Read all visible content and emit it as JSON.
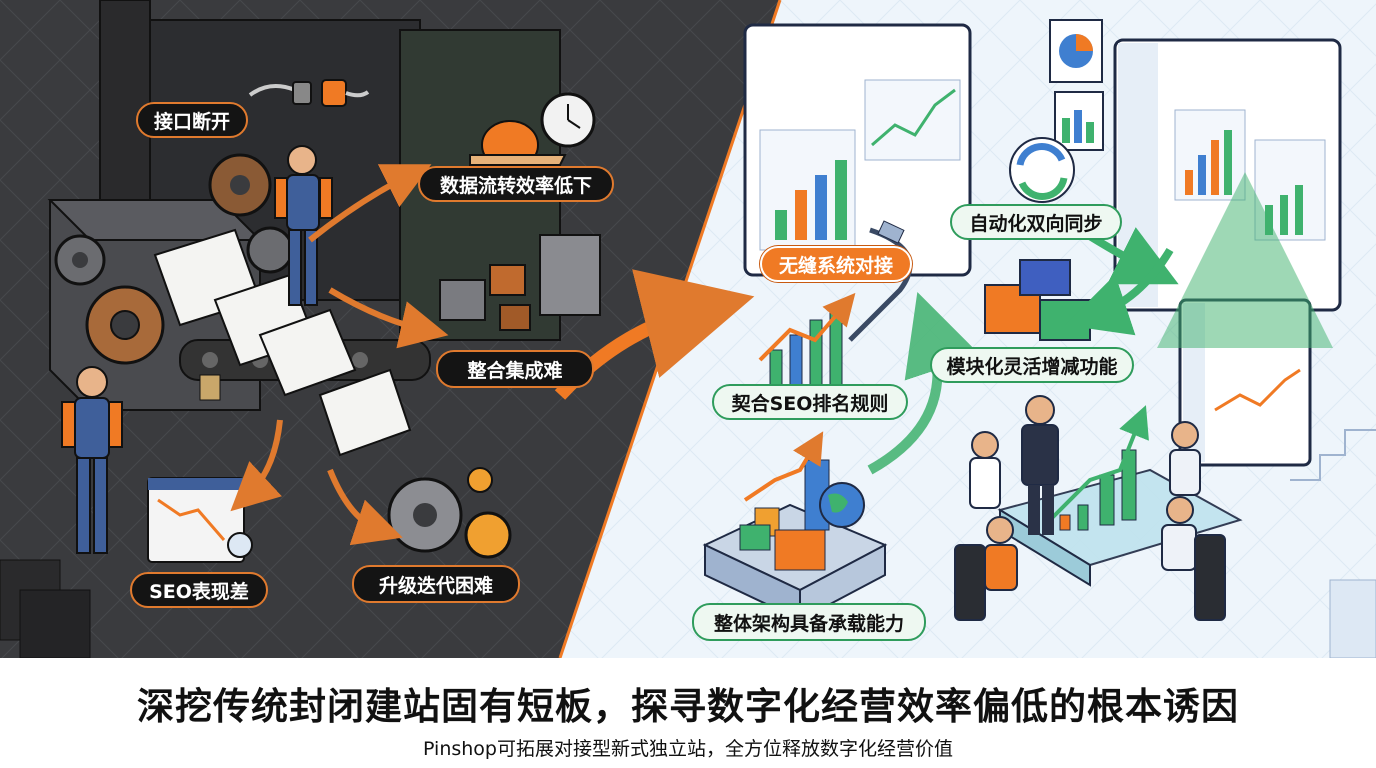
{
  "problems": {
    "interface_broken": "接口断开",
    "data_flow_slow": "数据流转效率低下",
    "hard_to_integrate": "整合集成难",
    "seo_poor": "SEO表现差",
    "upgrade_hard": "升级迭代困难"
  },
  "solutions": {
    "seamless_docking": "无缝系统对接",
    "auto_sync": "自动化双向同步",
    "modular": "模块化灵活增减功能",
    "seo_rules": "契合SEO排名规则",
    "capacity": "整体架构具备承载能力"
  },
  "caption": {
    "title": "深挖传统封闭建站固有短板，探寻数字化经营效率偏低的根本诱因",
    "subtitle": "Pinshop可拓展对接型新式独立站，全方位释放数字化经营价值"
  },
  "colors": {
    "dark_bg": "#3a3b3e",
    "light_bg": "#eef5fb",
    "accent_orange": "#f07a24",
    "accent_green": "#2f9c5c"
  }
}
